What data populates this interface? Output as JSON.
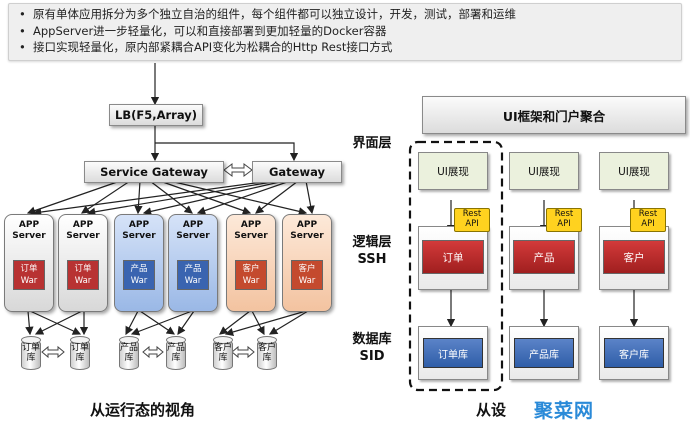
{
  "bullets": [
    "原有单体应用拆分为多个独立自治的组件，每个组件都可以独立设计，开发，测试，部署和运维",
    "AppServer进一步轻量化，可以和直接部署到更加轻量的Docker容器",
    "接口实现轻量化，原内部紧耦合API变化为松耦合的Http Rest接口方式"
  ],
  "left": {
    "lb_label": "LB(F5,Array)",
    "service_gateway": "Service Gateway",
    "gateway": "Gateway",
    "servers": [
      {
        "title": "APP Server",
        "war": "订单 War",
        "color": "gray"
      },
      {
        "title": "APP Server",
        "war": "订单 War",
        "color": "gray"
      },
      {
        "title": "APP Server",
        "war": "产品 War",
        "color": "blue"
      },
      {
        "title": "APP Server",
        "war": "产品 War",
        "color": "blue"
      },
      {
        "title": "APP Server",
        "war": "客户 War",
        "color": "peach"
      },
      {
        "title": "APP Server",
        "war": "客户 War",
        "color": "peach"
      }
    ],
    "databases": [
      "订单库",
      "订单库",
      "产品库",
      "产品库",
      "客户库",
      "客户库"
    ],
    "caption": "从运行态的视角"
  },
  "right": {
    "portal": "UI框架和门户聚合",
    "layers": {
      "ui": "界面层",
      "logic": "逻辑层",
      "logic_sub": "SSH",
      "data": "数据库",
      "data_sub": "SID"
    },
    "ui_boxes": [
      "UI展现",
      "UI展现",
      "UI展现"
    ],
    "rest_api": [
      "Rest API",
      "Rest API",
      "Rest API"
    ],
    "services": [
      "订单",
      "产品",
      "客户"
    ],
    "dbs": [
      "订单库",
      "产品库",
      "客户库"
    ],
    "caption": "从设",
    "watermark": "聚菜网"
  }
}
